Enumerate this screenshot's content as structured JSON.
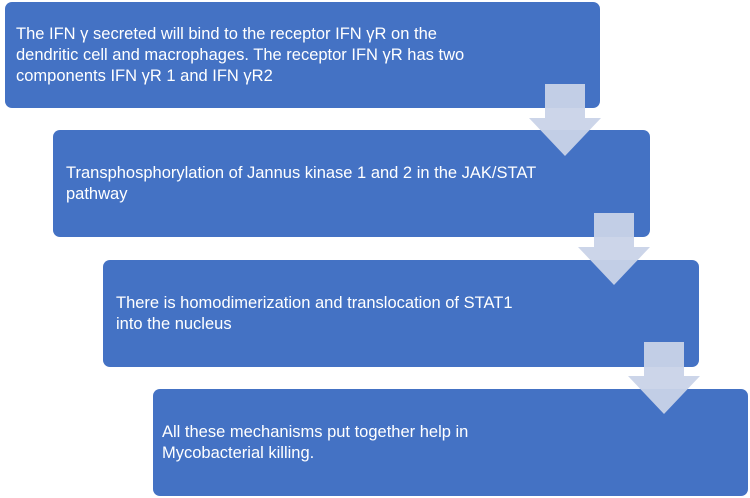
{
  "steps": [
    {
      "text": "The IFN γ secreted will bind to the receptor IFN γR on the dendritic cell and macrophages. The receptor IFN γR has two components IFN γR 1 and IFN γR2"
    },
    {
      "text": "Transphosphorylation of Jannus kinase 1 and 2 in the JAK/STAT pathway"
    },
    {
      "text": "There is homodimerization and translocation of STAT1 into the nucleus"
    },
    {
      "text": "All these mechanisms put together help in Mycobacterial killing."
    }
  ],
  "colors": {
    "box_fill": "#4472c4",
    "box_text": "#ffffff",
    "arrow_fill": "#c9d3e8"
  }
}
